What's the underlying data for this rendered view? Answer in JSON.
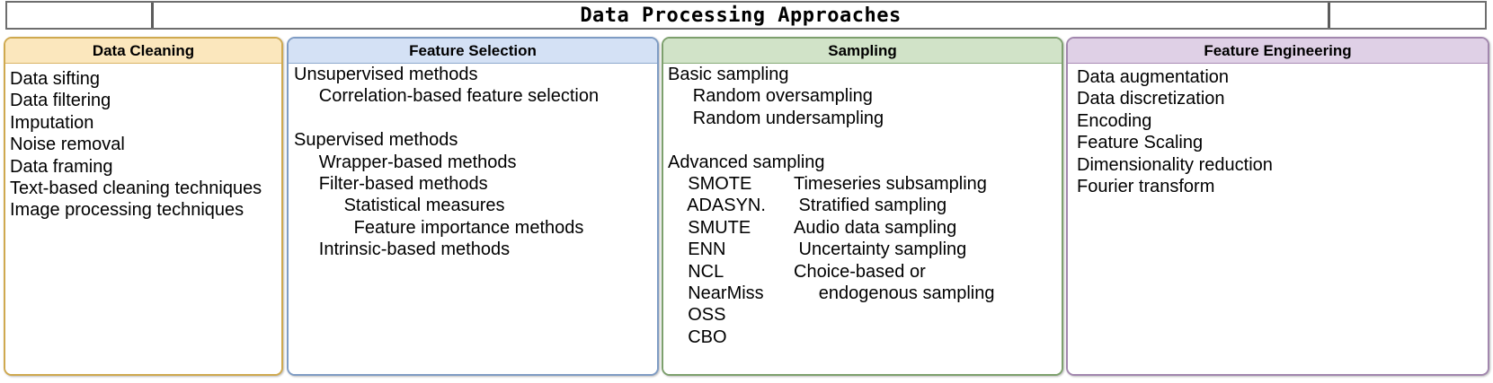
{
  "title_bar": {
    "title": "Data Processing Approaches",
    "left_cell": "",
    "right_cell": ""
  },
  "panels": [
    {
      "id": "cleaning",
      "header": "Data Cleaning",
      "header_color": "#fbe7bd",
      "border_color": "#cfa94f",
      "items": [
        "Data sifting",
        "Data filtering",
        "Imputation",
        "Noise removal",
        "Data framing",
        "Text-based cleaning techniques",
        "Image processing techniques"
      ]
    },
    {
      "id": "selection",
      "header": "Feature Selection",
      "header_color": "#d4e1f5",
      "border_color": "#7f9cc4",
      "items": [
        "Unsupervised methods",
        "     Correlation-based feature selection",
        "",
        "Supervised methods",
        "     Wrapper-based methods",
        "     Filter-based methods",
        "          Statistical measures",
        "            Feature importance methods",
        "     Intrinsic-based methods"
      ]
    },
    {
      "id": "sampling",
      "header": "Sampling",
      "header_color": "#d1e3c8",
      "border_color": "#7da06d",
      "items": [
        "Basic sampling",
        "     Random oversampling",
        "     Random undersampling",
        "",
        "Advanced sampling"
      ],
      "pairs": [
        {
          "left": "    SMOTE",
          "right": "Timeseries subsampling"
        },
        {
          "left": "    ADASYN.",
          "right": " Stratified sampling"
        },
        {
          "left": "    SMUTE",
          "right": "Audio data sampling"
        },
        {
          "left": "    ENN",
          "right": " Uncertainty sampling"
        },
        {
          "left": "    NCL",
          "right": "Choice-based or"
        },
        {
          "left": "    NearMiss",
          "right": "     endogenous sampling"
        },
        {
          "left": "    OSS",
          "right": ""
        },
        {
          "left": "    CBO",
          "right": ""
        }
      ]
    },
    {
      "id": "engineering",
      "header": "Feature Engineering",
      "header_color": "#dfd0e6",
      "border_color": "#a287ae",
      "items": [
        "Data augmentation",
        "Data discretization",
        "Encoding",
        "Feature Scaling",
        "Dimensionality reduction",
        "Fourier transform"
      ]
    }
  ]
}
